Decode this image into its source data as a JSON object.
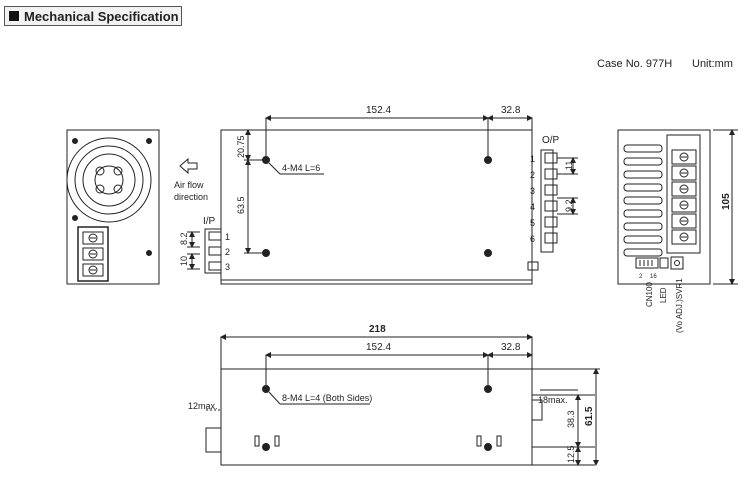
{
  "header": {
    "title": "Mechanical Specification",
    "case_no": "Case No. 977H",
    "unit": "Unit:mm"
  },
  "top_view": {
    "dim_152_4": "152.4",
    "dim_32_8": "32.8",
    "dim_20_75": "20.75",
    "dim_63_5": "63.5",
    "screw_note": "4-M4 L=6",
    "op_label": "O/P",
    "pins": [
      "1",
      "2",
      "3",
      "4",
      "5",
      "6"
    ],
    "dim_11": "11",
    "dim_9_2": "9.2"
  },
  "fan_view": {
    "airflow_line1": "Air flow",
    "airflow_line2": "direction",
    "ip_label": "I/P",
    "ip_pins": [
      "1",
      "2",
      "3"
    ],
    "dim_8_2": "8.2",
    "dim_10": "10"
  },
  "side_end_view": {
    "dim_105": "105",
    "cn100": "CN100",
    "led": "LED",
    "svr1": "(Vo ADJ.)SVR1",
    "pin2": "2",
    "pin16": "16"
  },
  "bottom_view": {
    "dim_218": "218",
    "dim_152_4": "152.4",
    "dim_32_8": "32.8",
    "screw_note": "8-M4 L=4 (Both Sides)",
    "dim_12max": "12max.",
    "dim_18max": "18max.",
    "dim_38_3": "38.3",
    "dim_61_5": "61.5",
    "dim_12_5": "12.5"
  }
}
